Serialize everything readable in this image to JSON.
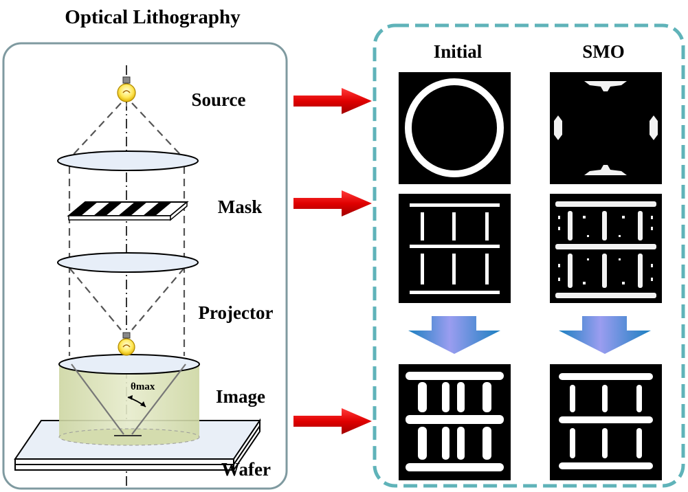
{
  "title": "Optical Lithography",
  "stage_labels": {
    "source": "Source",
    "mask": "Mask",
    "projector": "Projector",
    "image": "Image",
    "wafer": "Wafer"
  },
  "angle_label": "θmax",
  "columns": {
    "initial": "Initial",
    "smo": "SMO"
  },
  "colors": {
    "panel_border": "#7f9aa0",
    "dashed_border": "#5fb3b9",
    "arrow_red": "#e00000",
    "lens_fill": "#e7eef8",
    "image_volume": "#d4dcae",
    "down_arrow_a": "#1b7fc0",
    "down_arrow_b": "#9a9df0"
  }
}
